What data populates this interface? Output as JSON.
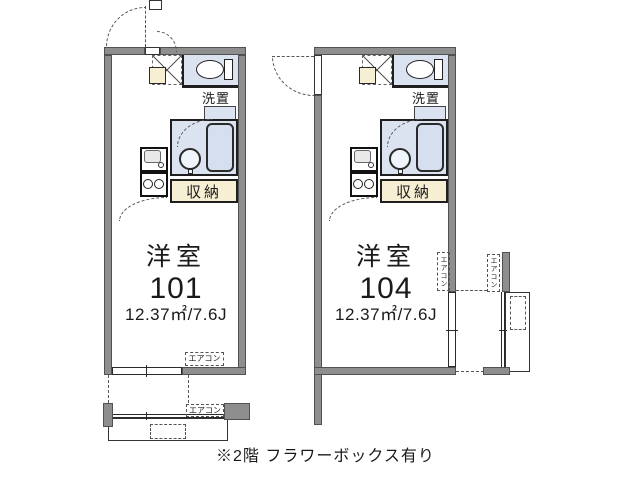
{
  "labels": {
    "room": "洋室",
    "storage": "収納",
    "laundry": "洗置",
    "aircon": "エアコン"
  },
  "units": [
    {
      "number": "101",
      "area": "12.37㎡/7.6J"
    },
    {
      "number": "104",
      "area": "12.37㎡/7.6J"
    }
  ],
  "note": "※2階 フラワーボックス有り",
  "colors": {
    "wall": "#8e8e8e",
    "wet_area": "#dbe3f1",
    "closet": "#f7efd4",
    "line": "#333333",
    "background": "#ffffff"
  },
  "icons": {
    "toilet-icon": "css-ellipse-with-tank",
    "bathtub-icon": "css-rounded-rect",
    "washbasin-icon": "css-circle",
    "kitchen-sink-icon": "css-rect-with-drain",
    "stove-burner-icon": "css-two-circles",
    "aircon-box": "css-dashed-rect",
    "crossed-space-box": "css-x-cross",
    "door-swing-arc": "css-dashed-quarter-circle"
  }
}
